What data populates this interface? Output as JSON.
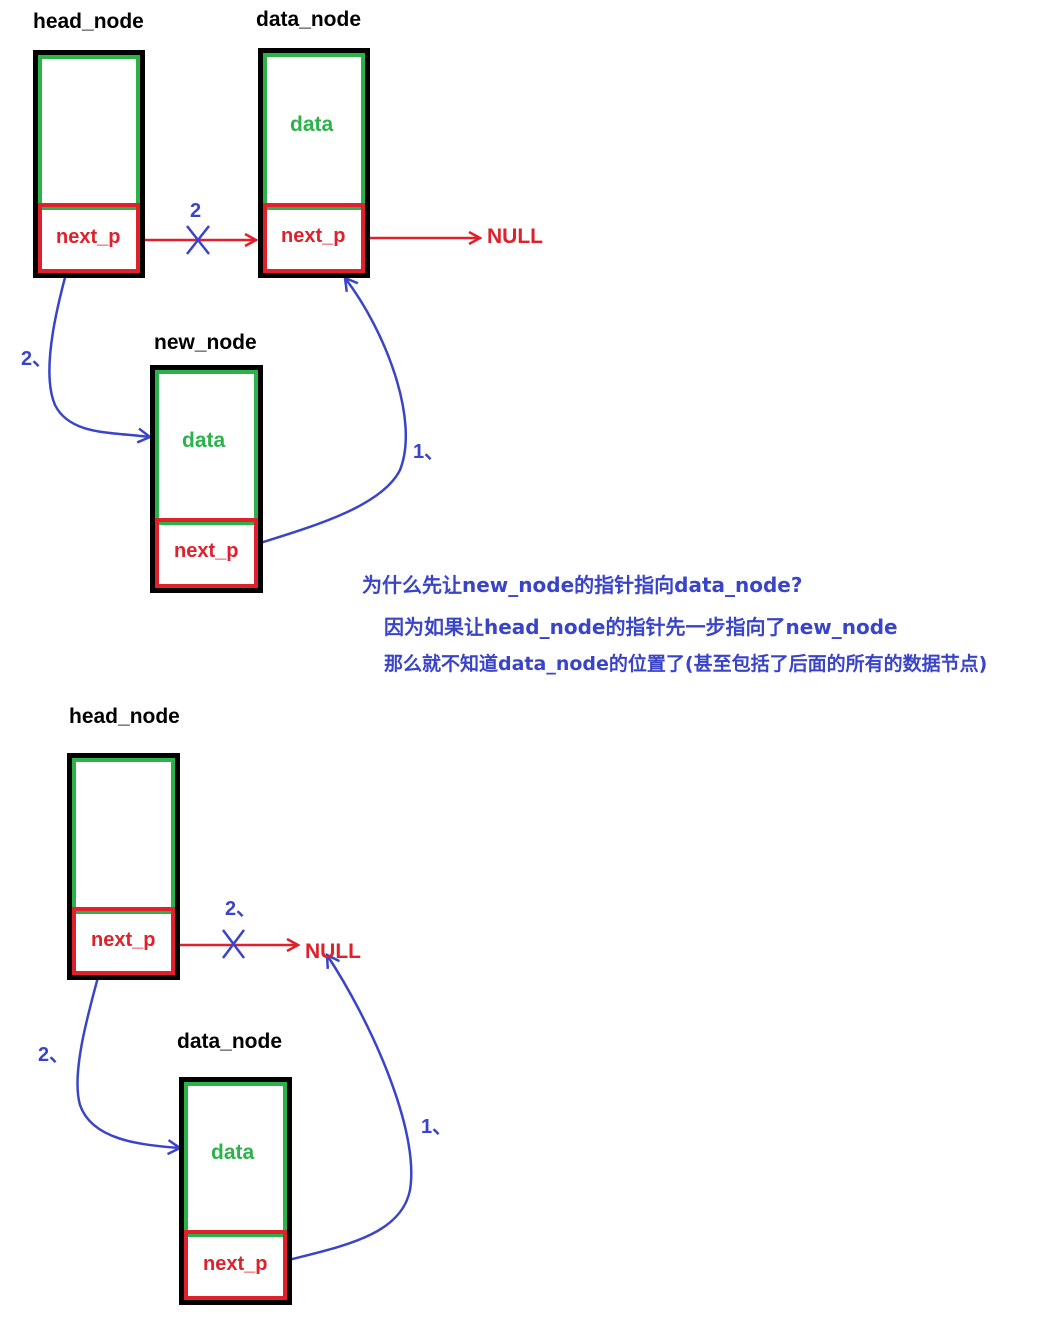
{
  "diagram_1": {
    "head_node_title": "head_node",
    "data_node_title": "data_node",
    "new_node_title": "new_node",
    "head_next": "next_p",
    "data_data": "data",
    "data_next": "next_p",
    "new_data": "data",
    "new_next": "next_p",
    "null_label": "NULL",
    "step_cut_label": "2",
    "step_two_label": "2、",
    "step_one_label": "1、"
  },
  "explanation": {
    "question": "为什么先让new_node的指针指向data_node?",
    "answer_line1": "因为如果让head_node的指针先一步指向了new_node",
    "answer_line2": "那么就不知道data_node的位置了(甚至包括了后面的所有的数据节点)"
  },
  "diagram_2": {
    "head_node_title": "head_node",
    "data_node_title": "data_node",
    "head_next": "next_p",
    "data_data": "data",
    "data_next": "next_p",
    "null_label": "NULL",
    "step_cut_label": "2、",
    "step_two_label": "2、",
    "step_one_label": "1、"
  },
  "colors": {
    "node_border": "#000000",
    "data_field": "#2bb34a",
    "pointer": "#e0202a",
    "annotation": "#3a44c8"
  }
}
